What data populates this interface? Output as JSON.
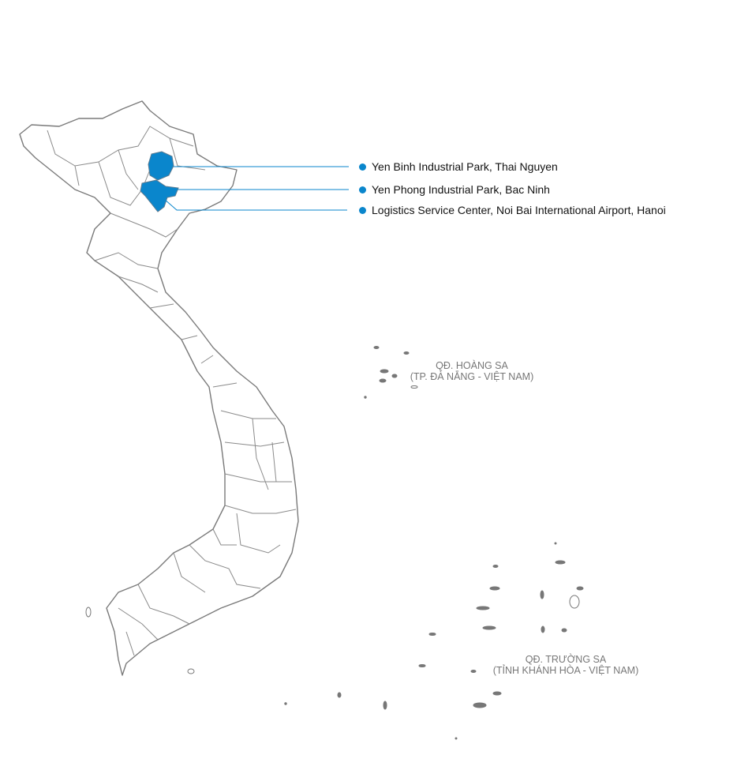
{
  "colors": {
    "highlight": "#0a86cc",
    "border": "#7a7a7a"
  },
  "locations": [
    {
      "label": "Yen Binh Industrial Park, Thai Nguyen"
    },
    {
      "label": "Yen Phong Industrial Park, Bac Ninh"
    },
    {
      "label": "Logistics Service Center, Noi Bai International Airport, Hanoi"
    }
  ],
  "islands": {
    "hoang_sa": {
      "line1": "QĐ. HOÀNG SA",
      "line2": "(TP. ĐÀ NẴNG - VIỆT NAM)"
    },
    "truong_sa": {
      "line1": "QĐ. TRƯỜNG SA",
      "line2": "(TỈNH KHÁNH HÒA - VIỆT NAM)"
    }
  }
}
